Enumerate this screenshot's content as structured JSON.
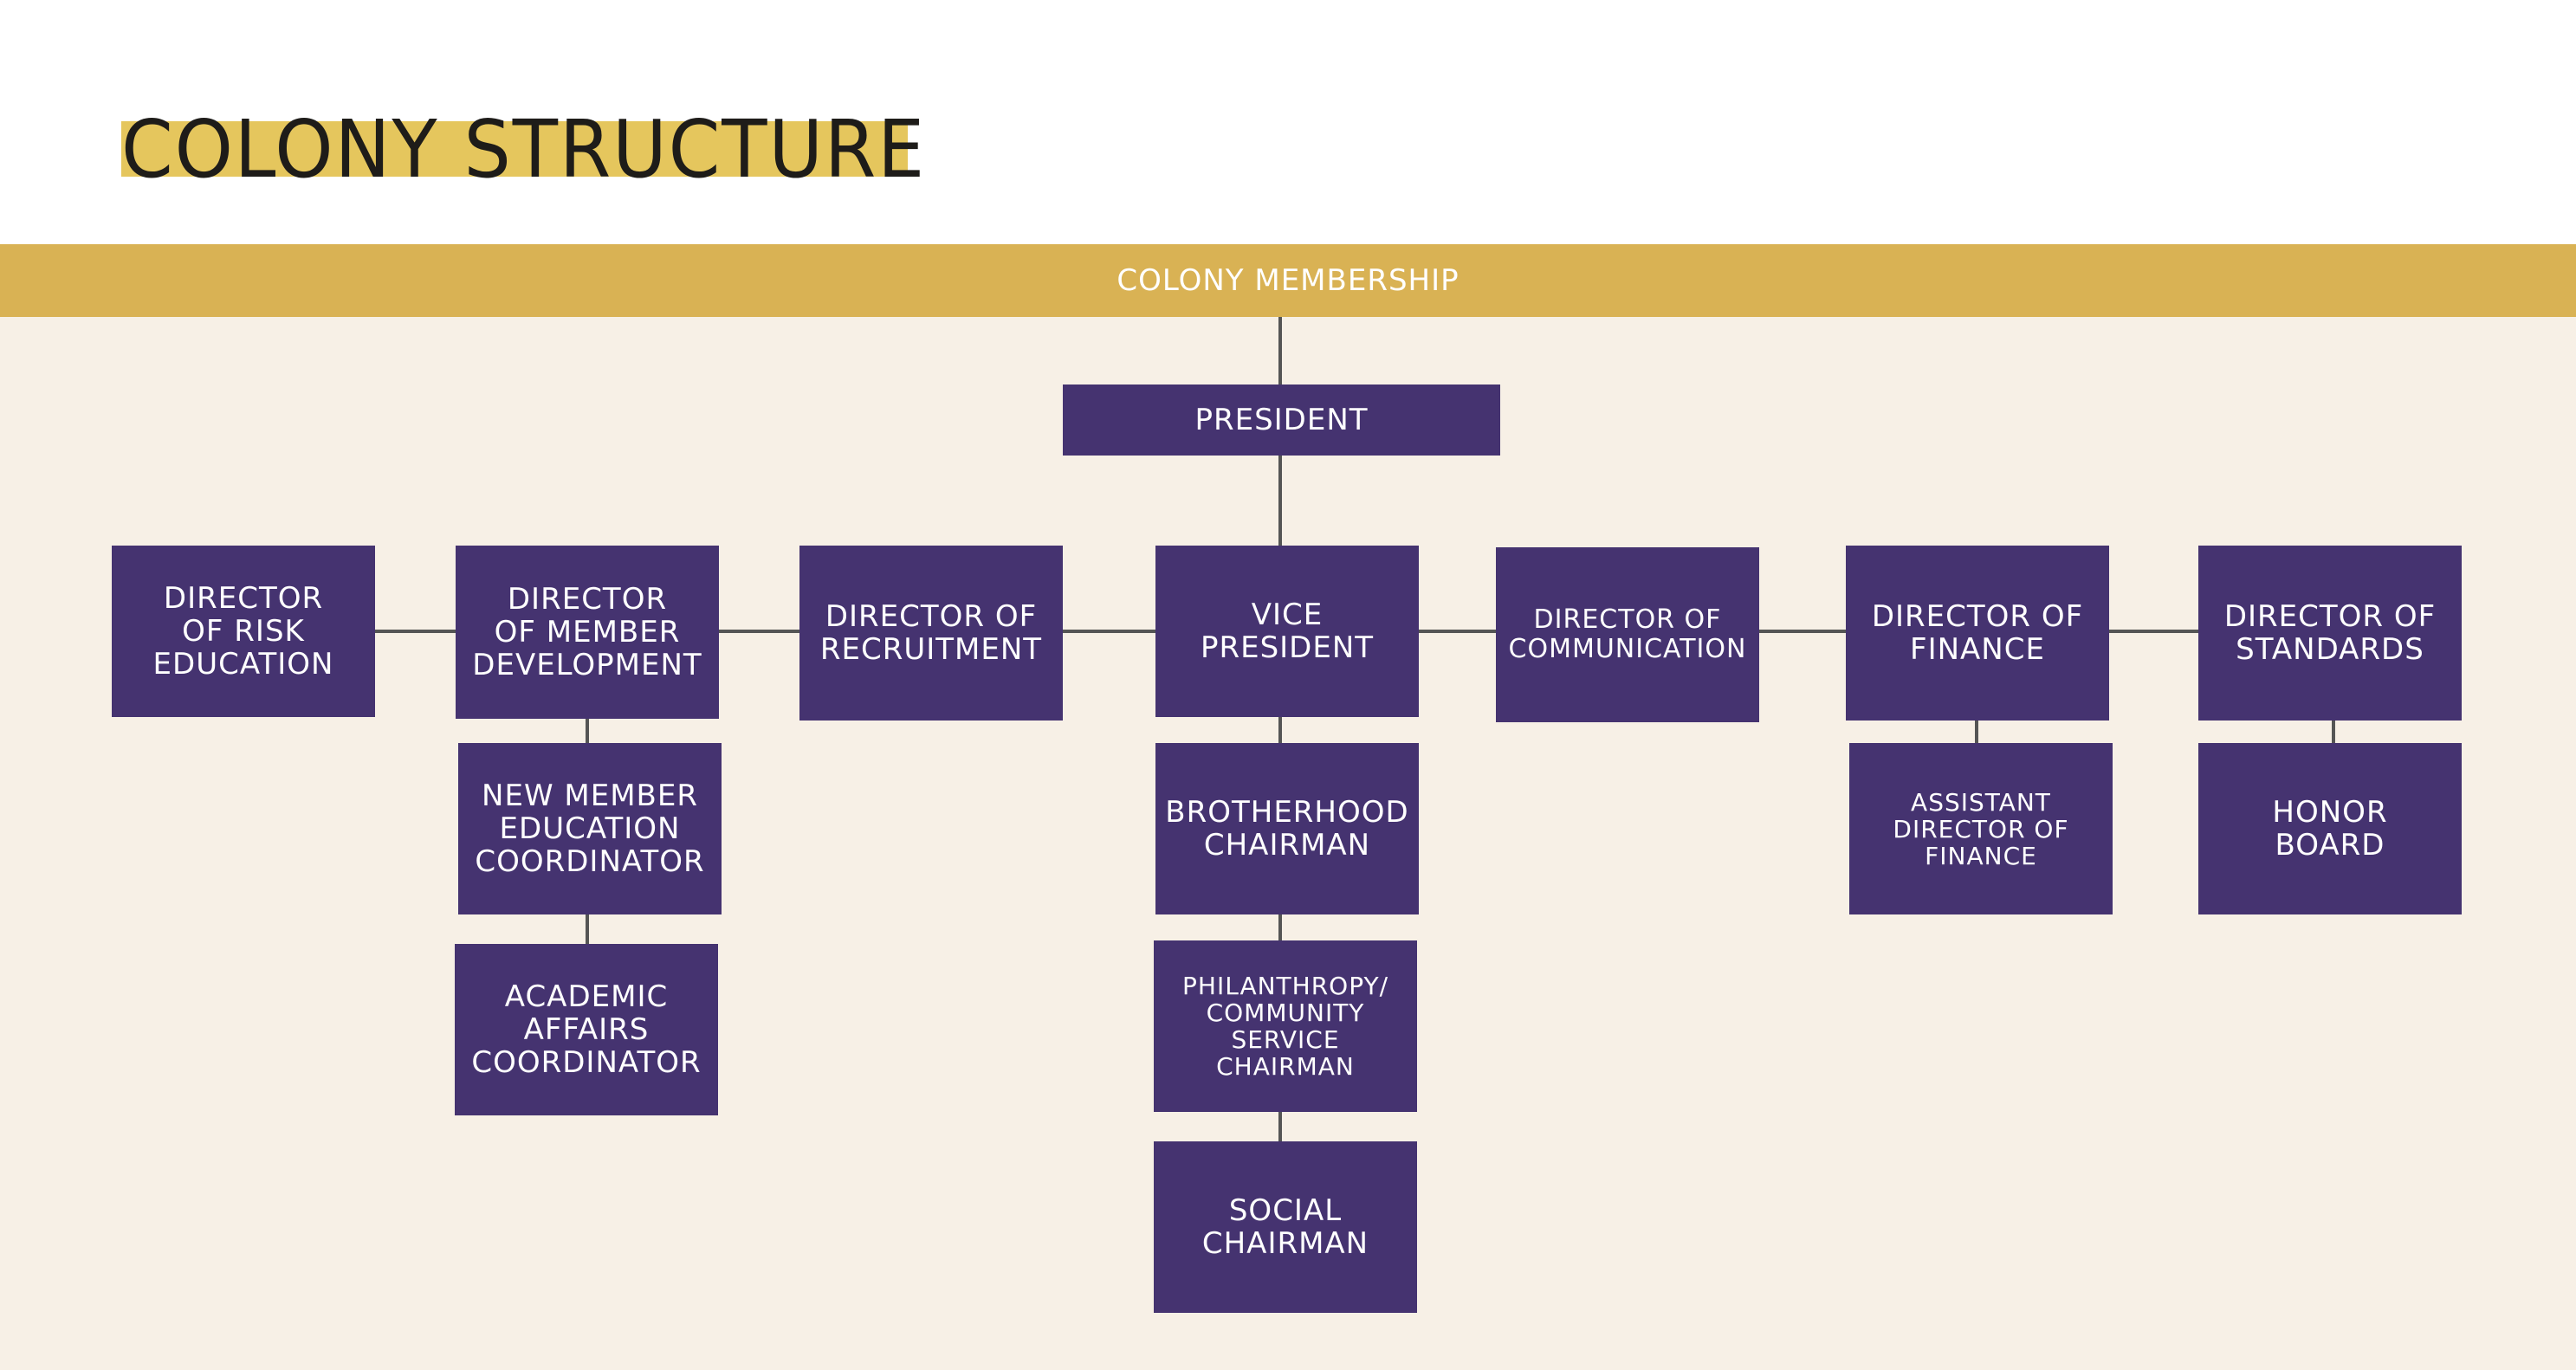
{
  "title": "COLONY STRUCTURE",
  "membership": "COLONY MEMBERSHIP",
  "colors": {
    "title_highlight": "#e5c65d",
    "membership_bar": "#d9b254",
    "background": "#f7f0e6",
    "box": "#453370",
    "connector": "#555555"
  },
  "roles": {
    "president": "PRESIDENT",
    "vice_president": "VICE\nPRESIDENT",
    "dir_risk_education": "DIRECTOR\nOF RISK\nEDUCATION",
    "dir_member_development": "DIRECTOR\nOF MEMBER\nDEVELOPMENT",
    "dir_recruitment": "DIRECTOR OF\nRECRUITMENT",
    "dir_communication": "DIRECTOR OF\nCOMMUNICATION",
    "dir_finance": "DIRECTOR OF\nFINANCE",
    "dir_standards": "DIRECTOR OF\nSTANDARDS",
    "new_member_education": "NEW MEMBER\nEDUCATION\nCOORDINATOR",
    "academic_affairs": "ACADEMIC\nAFFAIRS\nCOORDINATOR",
    "brotherhood_chairman": "BROTHERHOOD\nCHAIRMAN",
    "philanthropy_chairman": "PHILANTHROPY/\nCOMMUNITY\nSERVICE\nCHAIRMAN",
    "social_chairman": "SOCIAL\nCHAIRMAN",
    "assistant_dir_finance": "ASSISTANT\nDIRECTOR OF\nFINANCE",
    "honor_board": "HONOR\nBOARD"
  }
}
